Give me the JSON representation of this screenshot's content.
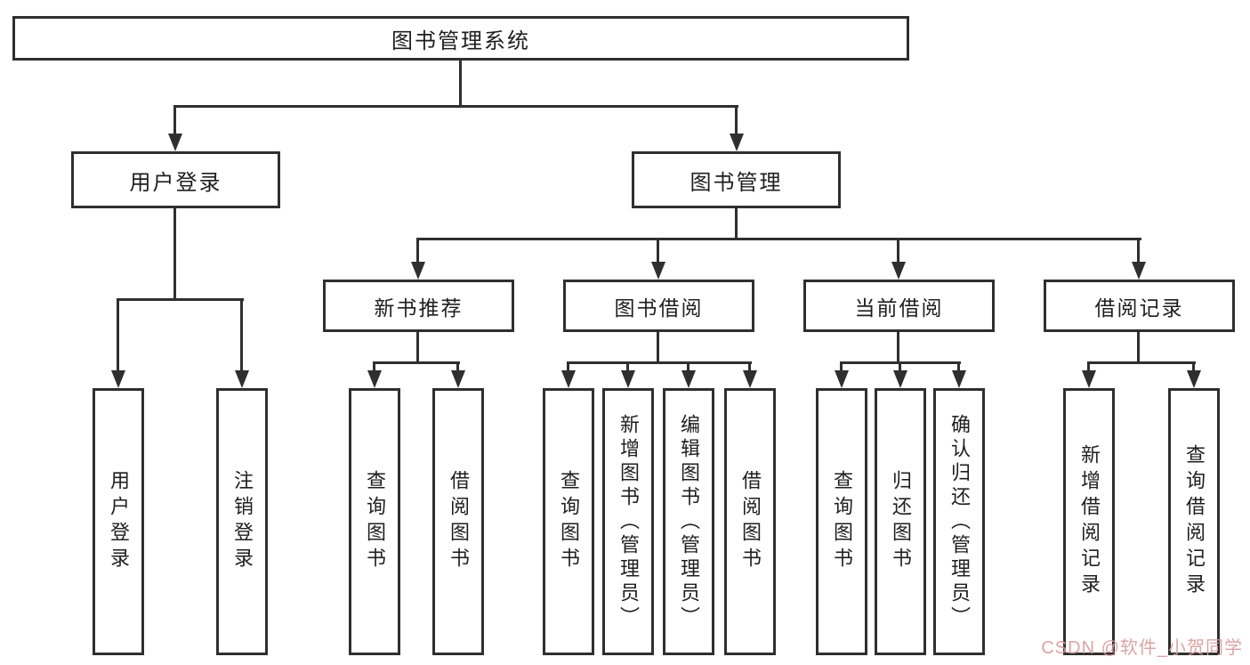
{
  "diagram": {
    "type": "hierarchy-tree",
    "root": {
      "label": "图书管理系统"
    },
    "level2": [
      {
        "label": "用户登录",
        "leaves": [
          {
            "label": "用户登录"
          },
          {
            "label": "注销登录"
          }
        ]
      },
      {
        "label": "图书管理",
        "children": [
          {
            "label": "新书推荐",
            "leaves": [
              {
                "label": "查询图书"
              },
              {
                "label": "借阅图书"
              }
            ]
          },
          {
            "label": "图书借阅",
            "leaves": [
              {
                "label": "查询图书"
              },
              {
                "label": "新增图书（管理员）"
              },
              {
                "label": "编辑图书（管理员）"
              },
              {
                "label": "借阅图书"
              }
            ]
          },
          {
            "label": "当前借阅",
            "leaves": [
              {
                "label": "查询图书"
              },
              {
                "label": "归还图书"
              },
              {
                "label": "确认归还（管理员）"
              }
            ]
          },
          {
            "label": "借阅记录",
            "leaves": [
              {
                "label": "新增借阅记录"
              },
              {
                "label": "查询借阅记录"
              }
            ]
          }
        ]
      }
    ],
    "line_color": "#2f2f2f",
    "box_background": "#ffffff",
    "text_color": "#1f1f1f"
  },
  "watermark": {
    "text": "CSDN @软件_小贺同学",
    "color": "#d89a9c"
  }
}
